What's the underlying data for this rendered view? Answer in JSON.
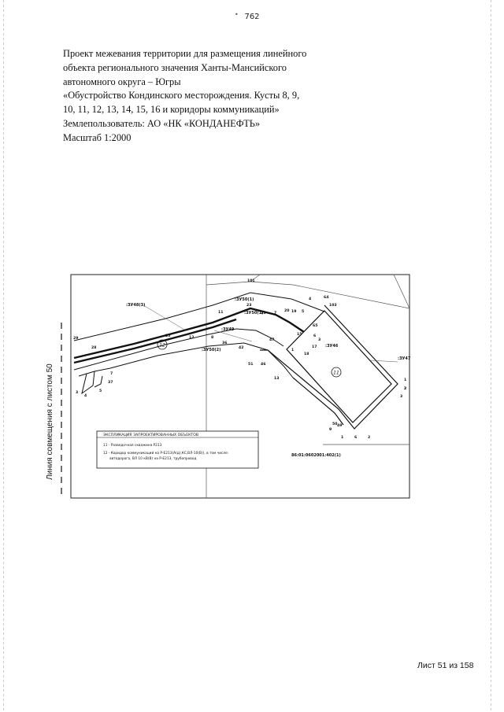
{
  "page_number": "762",
  "header_lines": [
    "Проект межевания территории для размещения линейного",
    "объекта регионального значения Ханты-Мансийского",
    "автономного округа – Югры",
    "«Обустройство Кондинского месторождения. Кусты 8, 9,",
    "10, 11, 12, 13, 14, 15, 16 и коридоры коммуникаций»",
    "Землепользователь: АО «НК «КОНДАНЕФТЬ»",
    "Масштаб 1:2000"
  ],
  "side_label": "Линия совмещения с листом 50",
  "footer": "Лист 51 из 158",
  "map": {
    "parcel_labels": [
      ":ЗУ48(3)",
      ":ЗУ50(1)",
      ":ЗУ50(1)",
      ":ЗУ49",
      ":ЗУ50(2)",
      ":ЗУ46",
      ":ЗУ47",
      "86:01:0602001:402(1)"
    ],
    "circle_labels": [
      "12",
      "11"
    ],
    "point_labels": [
      "101",
      "4",
      "64",
      "103",
      "23",
      "11",
      "21",
      "7",
      "20",
      "19",
      "5",
      "65",
      "6",
      "3",
      "17",
      "18",
      "15",
      "47",
      "42",
      "1",
      "51",
      "46",
      "13",
      "12",
      "25",
      "8",
      "36",
      "29",
      "28",
      "7",
      "37",
      "3",
      "4",
      "5",
      "2",
      "1",
      "2",
      "3",
      "50",
      "49",
      "9",
      "1",
      "6",
      "2"
    ],
    "legend": {
      "title": "ЭКСПЛИКАЦИЯ ЗАПРОЕКТИРОВАННЫХ ОБЪЕКТОВ",
      "items": [
        "11 - Разведочная скважина Р213",
        "12 - Коридор коммуникаций на Р-Е213(А(д),КС,ВЛ-10(В)), в том числе:",
        "автодорога, ВЛ 10 кВ(В) на Р-Е213, трубопровод"
      ]
    },
    "colors": {
      "line": "#111111",
      "frame": "#222222",
      "thin": "#555555"
    }
  }
}
